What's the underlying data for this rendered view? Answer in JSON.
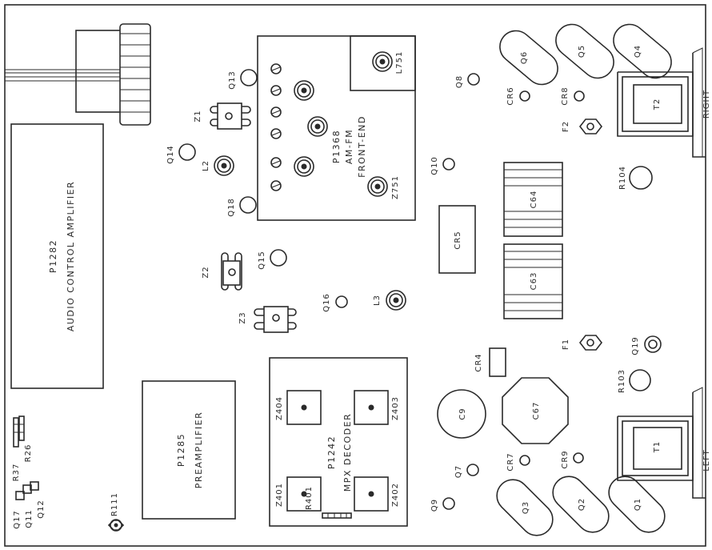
{
  "modules": {
    "audio_amp_id": "P1282",
    "audio_amp_name": "AUDIO CONTROL AMPLIFIER",
    "preamp_id": "P1285",
    "preamp_name": "PREAMPLIFIER",
    "frontend_id": "P1368",
    "frontend_name1": "AM-FM",
    "frontend_name2": "FRONT-END",
    "mpx_id": "P1242",
    "mpx_name": "MPX DECODER"
  },
  "labels": {
    "l751": "L751",
    "z751": "Z751",
    "z1": "Z1",
    "z2": "Z2",
    "z3": "Z3",
    "l2": "L2",
    "l3": "L3",
    "q1": "Q1",
    "q2": "Q2",
    "q3": "Q3",
    "q4": "Q4",
    "q5": "Q5",
    "q6": "Q6",
    "q7": "Q7",
    "q8": "Q8",
    "q9": "Q9",
    "q10": "Q10",
    "q11": "Q11",
    "q12": "Q12",
    "q13": "Q13",
    "q14": "Q14",
    "q15": "Q15",
    "q16": "Q16",
    "q17": "Q17",
    "q18": "Q18",
    "q19": "Q19",
    "cr4": "CR4",
    "cr5": "CR5",
    "cr6": "CR6",
    "cr7": "CR7",
    "cr8": "CR8",
    "cr9": "CR9",
    "c9": "C9",
    "c63": "C63",
    "c64": "C64",
    "c67": "C67",
    "f1": "F1",
    "f2": "F2",
    "r26": "R26",
    "r37": "R37",
    "r103": "R103",
    "r104": "R104",
    "r111": "R111",
    "r401": "R401",
    "t1": "T1",
    "t2": "T2",
    "z401": "Z401",
    "z402": "Z402",
    "z403": "Z403",
    "z404": "Z404",
    "right": "RIGHT",
    "left": "LEFT"
  }
}
